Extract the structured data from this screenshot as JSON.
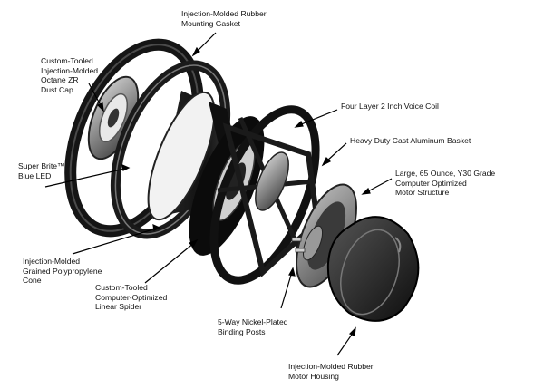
{
  "labels": {
    "gasket": "Injection-Molded Rubber\nMounting Gasket",
    "dust_cap": "Custom-Tooled\nInjection-Molded\nOctane ZR\nDust Cap",
    "voice_coil": "Four Layer 2 Inch Voice Coil",
    "basket": "Heavy Duty Cast Aluminum Basket",
    "motor_structure": "Large, 65 Ounce, Y30 Grade\nComputer Optimized\nMotor Structure",
    "led": "Super Brite™\nBlue LED",
    "cone": "Injection-Molded\nGrained Polypropylene\nCone",
    "spider": "Custom-Tooled\nComputer-Optimized\nLinear Spider",
    "binding_posts": "5-Way Nickel-Plated\nBinding Posts",
    "motor_housing": "Injection-Molded Rubber\nMotor Housing"
  }
}
